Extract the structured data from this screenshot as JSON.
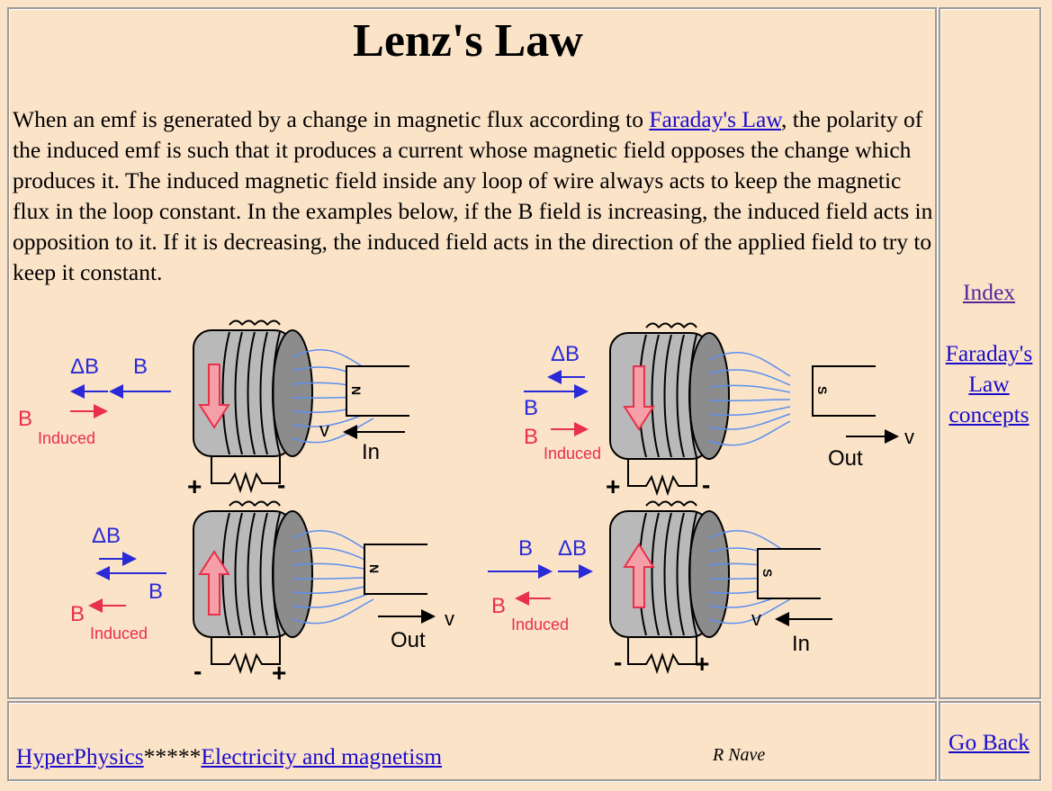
{
  "page": {
    "title": "Lenz's Law",
    "intro": {
      "before_link": "When an emf is generated by a change in magnetic flux according to ",
      "link": "Faraday's Law",
      "after_link": ", the polarity of the induced emf is such that it produces a current whose magnetic field opposes the change which produces it. The induced magnetic field inside any loop of wire always acts to keep the magnetic flux in the loop constant. In the examples below, if the B field is increasing, the induced field acts in opposition to it. If it is decreasing, the induced field acts in the direction of the applied field to try to keep it constant."
    }
  },
  "sidebar": {
    "index": "Index",
    "faraday_line1": "Faraday's",
    "faraday_line2": "Law",
    "faraday_line3": "concepts"
  },
  "footer": {
    "hyperphysics": "HyperPhysics",
    "stars": "*****",
    "em": "Electricity and magnetism",
    "author": "R Nave",
    "go_back": "Go Back"
  },
  "diagrams": {
    "label_delta_b": "ΔB",
    "label_b": "B",
    "label_induced": "Induced",
    "label_v": "v",
    "label_in": "In",
    "label_out": "Out",
    "pole_n": "N",
    "pole_s": "S",
    "plus": "+",
    "minus": "-",
    "colors": {
      "blue": "#2a2ad8",
      "red": "#e8304a",
      "field": "#5b8ff0"
    }
  }
}
